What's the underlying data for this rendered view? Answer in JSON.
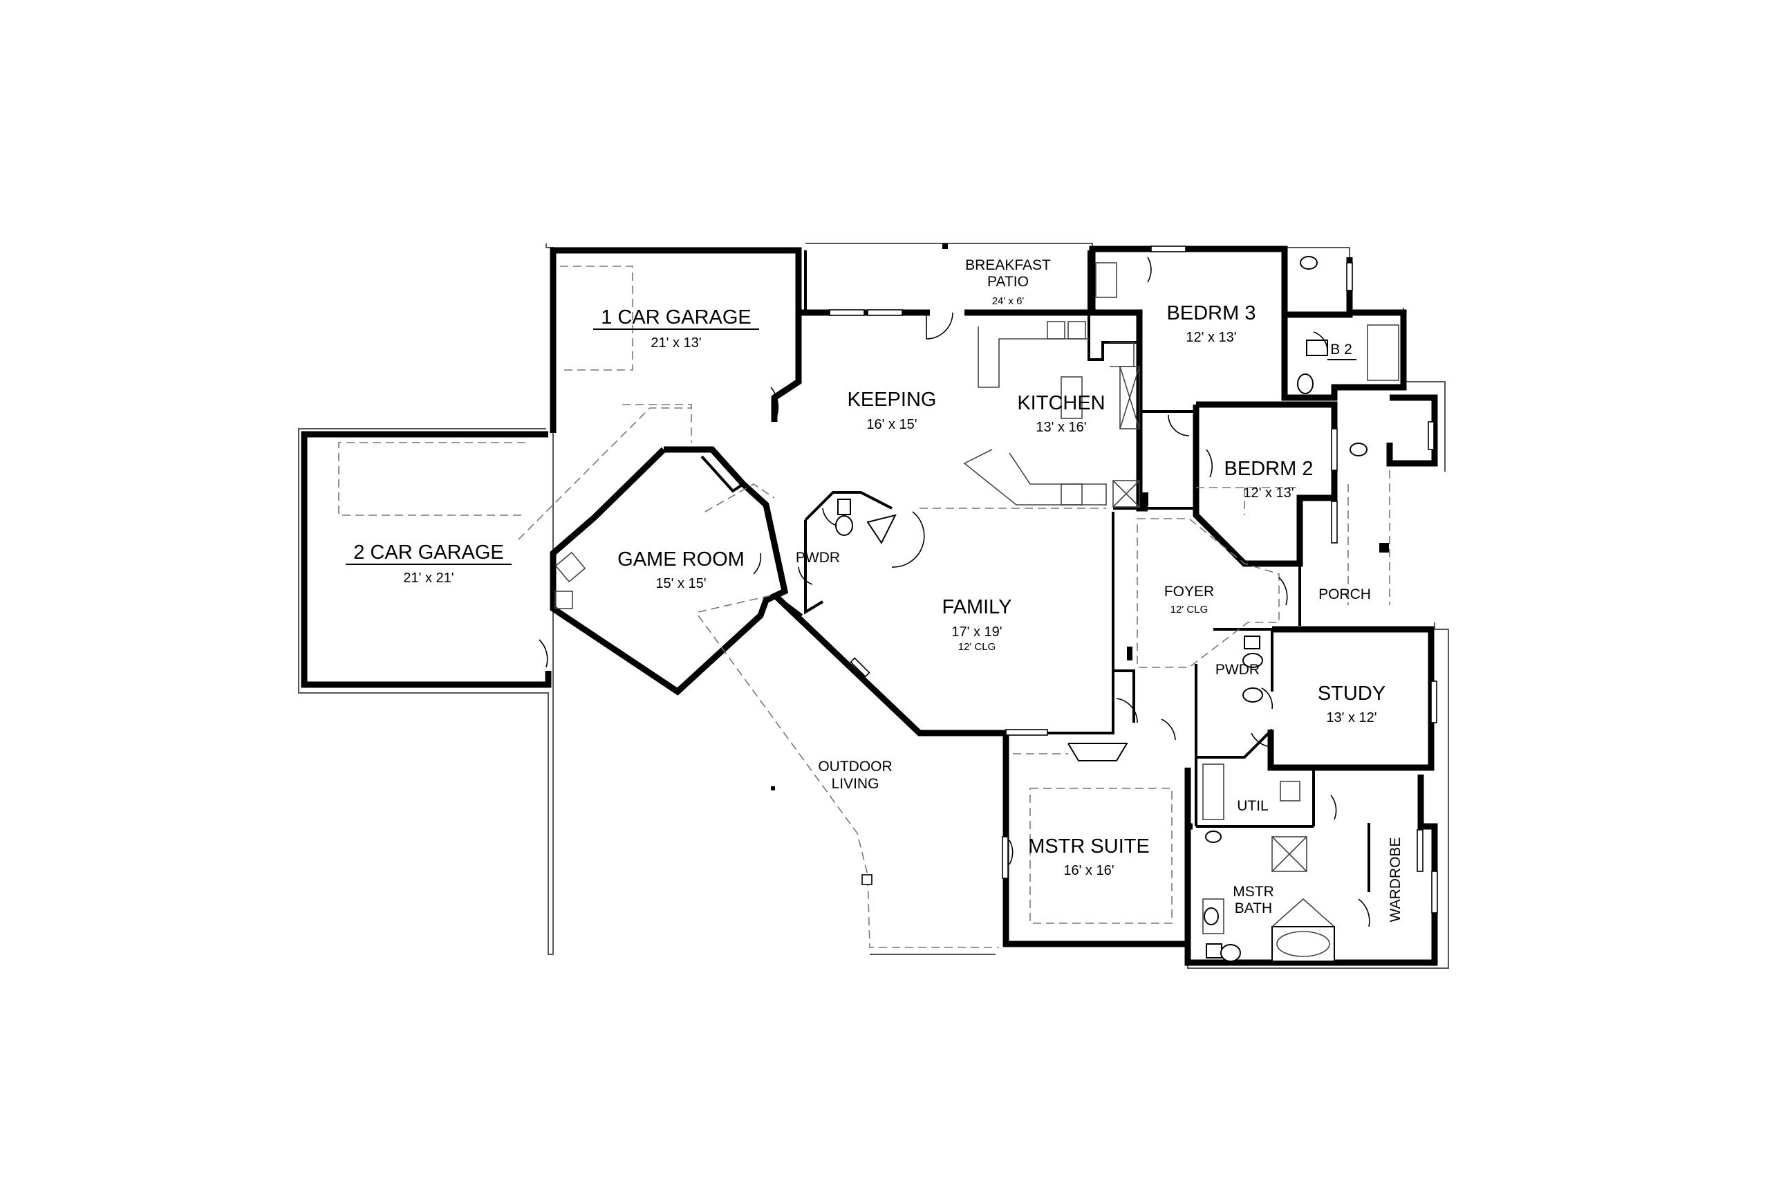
{
  "rooms": {
    "one_car_garage": {
      "name": "1 CAR GARAGE",
      "dim": "21' x 13'"
    },
    "two_car_garage": {
      "name": "2 CAR GARAGE",
      "dim": "21' x 21'"
    },
    "breakfast_patio": {
      "name_line1": "BREAKFAST",
      "name_line2": "PATIO",
      "dim": "24' x 6'"
    },
    "keeping": {
      "name": "KEEPING",
      "dim": "16' x 15'"
    },
    "kitchen": {
      "name": "KITCHEN",
      "dim": "13' x 16'"
    },
    "bedrm3": {
      "name": "BEDRM 3",
      "dim": "12' x 13'"
    },
    "bath2": {
      "name": "B 2"
    },
    "bedrm2": {
      "name": "BEDRM 2",
      "dim": "12' x 13'"
    },
    "game_room": {
      "name": "GAME ROOM",
      "dim": "15' x 15'"
    },
    "pwdr1": {
      "name": "PWDR"
    },
    "family": {
      "name": "FAMILY",
      "dim": "17' x 19'",
      "clg": "12' CLG"
    },
    "foyer": {
      "name": "FOYER",
      "clg": "12' CLG"
    },
    "porch": {
      "name": "PORCH"
    },
    "pwdr2": {
      "name": "PWDR"
    },
    "study": {
      "name": "STUDY",
      "dim": "13' x 12'"
    },
    "outdoor_living": {
      "name_line1": "OUTDOOR",
      "name_line2": "LIVING"
    },
    "util": {
      "name": "UTIL"
    },
    "mstr_suite": {
      "name": "MSTR SUITE",
      "dim": "16' x 16'"
    },
    "mstr_bath": {
      "name_line1": "MSTR",
      "name_line2": "BATH"
    },
    "wardrobe": {
      "name": "WARDROBE"
    }
  }
}
